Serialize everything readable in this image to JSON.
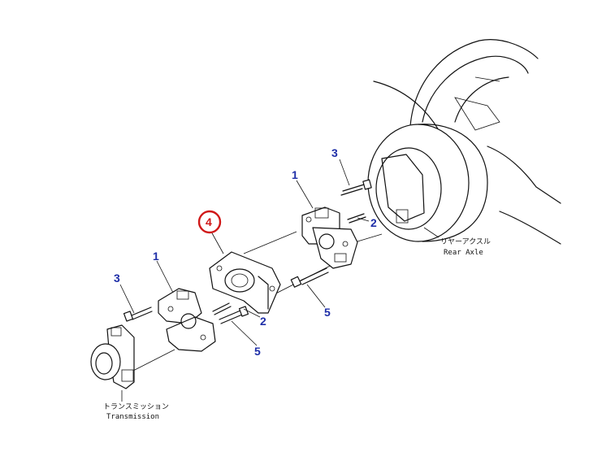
{
  "labels": {
    "callout": "4",
    "part_1_left": "1",
    "part_1_right": "1",
    "part_2_left": "2",
    "part_2_right": "2",
    "part_3_left": "3",
    "part_3_right": "3",
    "part_5_left": "5",
    "part_5_right": "5"
  },
  "captions": {
    "rear_axle_jp": "リヤーアクスル",
    "rear_axle_en": "Rear Axle",
    "transmission_jp": "トランスミッション",
    "transmission_en": "Transmission"
  },
  "colors": {
    "part_number": "#1f2fa8",
    "callout": "#d01818",
    "line": "#111111"
  }
}
